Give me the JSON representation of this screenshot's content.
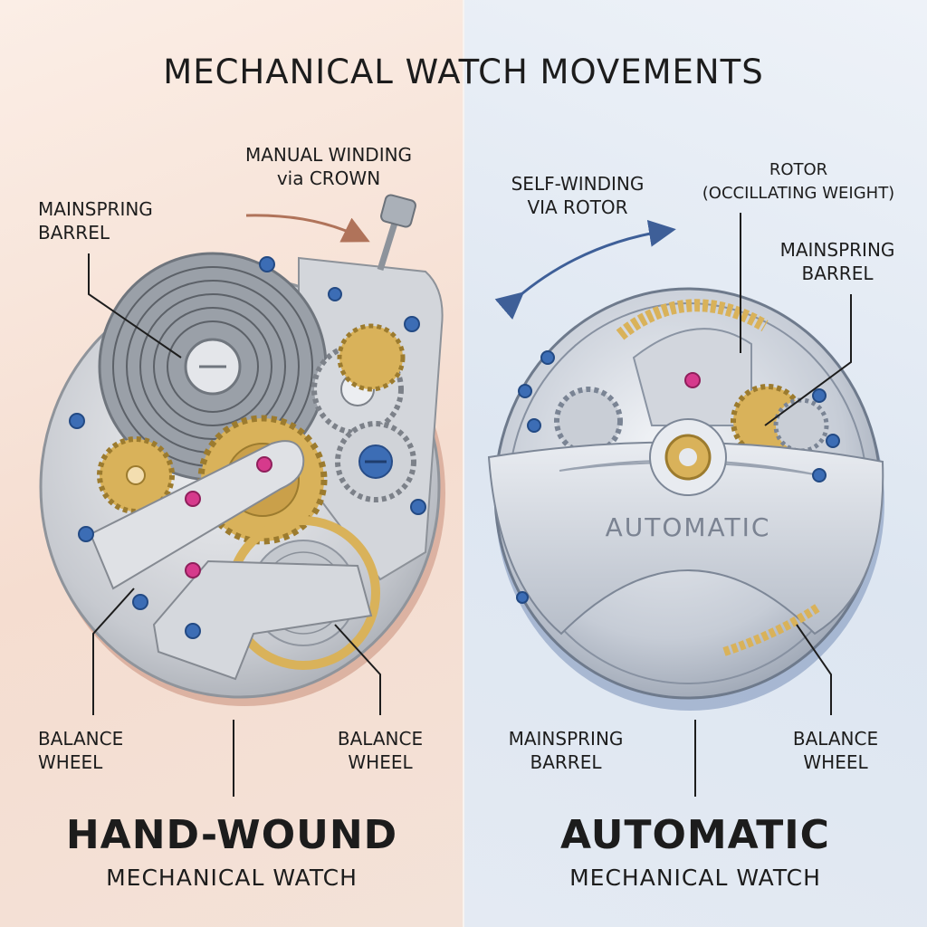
{
  "title": "MECHANICAL WATCH MOVEMENTS",
  "left": {
    "heading": "HAND-WOUND",
    "subheading": "MECHANICAL WATCH",
    "labels": {
      "crown": "MANUAL WINDING\nvia CROWN",
      "mainspring": "MAINSPRING\nBARREL",
      "balance_left": "BALANCE\nWHEEL",
      "balance_right": "BALANCE\nWHEEL"
    }
  },
  "right": {
    "heading": "AUTOMATIC",
    "subheading": "MECHANICAL WATCH",
    "engraving": "AUTOMATIC",
    "labels": {
      "selfwinding": "SELF-WINDING\nVIA ROTOR",
      "rotor": "ROTOR\n(OCCILLATING WEIGHT)",
      "mainspring_top": "MAINSPRING\nBARREL",
      "mainspring_bottom": "MAINSPRING\nBARREL",
      "balance": "BALANCE\nWHEEL"
    }
  },
  "colors": {
    "steel": "#c9ccd2",
    "gold": "#d9b25a",
    "screw_blue": "#3c6db5",
    "jewel": "#d63a8c",
    "arrow_left": "#b0735a",
    "arrow_right": "#3e5f98"
  }
}
